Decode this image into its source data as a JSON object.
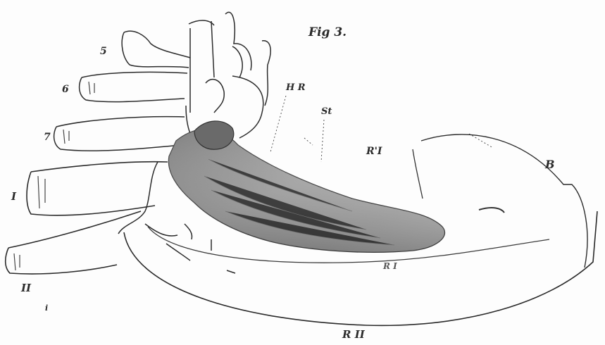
{
  "figure": {
    "title": "Fig 3.",
    "labels": {
      "v5": "5",
      "v6": "6",
      "v7": "7",
      "vI": "I",
      "vII": "II",
      "hr": "H R",
      "st": "St",
      "r1prime": "R'I",
      "b": "B",
      "r1": "R I",
      "r2": "R II",
      "dot": "i"
    },
    "colors": {
      "ink": "#2a2a2a",
      "organ_dark": "#5c5c5c",
      "organ_light": "#c9c9c9"
    }
  }
}
